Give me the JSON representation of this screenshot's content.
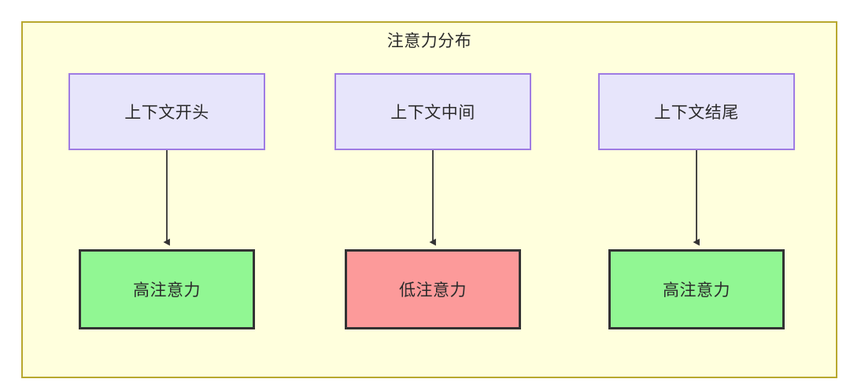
{
  "diagram": {
    "title": "注意力分布",
    "background_color": "#ffffdd",
    "border_color": "#b8a82e",
    "columns": [
      {
        "source": {
          "label": "上下文开头",
          "fill": "#e7e5fb",
          "stroke": "#9f7be3"
        },
        "target": {
          "label": "高注意力",
          "fill": "#91f793",
          "stroke": "#333333"
        },
        "edge": {
          "arrow": "down-arrow",
          "color": "#333333"
        }
      },
      {
        "source": {
          "label": "上下文中间",
          "fill": "#e7e5fb",
          "stroke": "#9f7be3"
        },
        "target": {
          "label": "低注意力",
          "fill": "#fc9a9a",
          "stroke": "#333333"
        },
        "edge": {
          "arrow": "down-arrow",
          "color": "#333333"
        }
      },
      {
        "source": {
          "label": "上下文结尾",
          "fill": "#e7e5fb",
          "stroke": "#9f7be3"
        },
        "target": {
          "label": "高注意力",
          "fill": "#91f793",
          "stroke": "#333333"
        },
        "edge": {
          "arrow": "down-arrow",
          "color": "#333333"
        }
      }
    ]
  }
}
